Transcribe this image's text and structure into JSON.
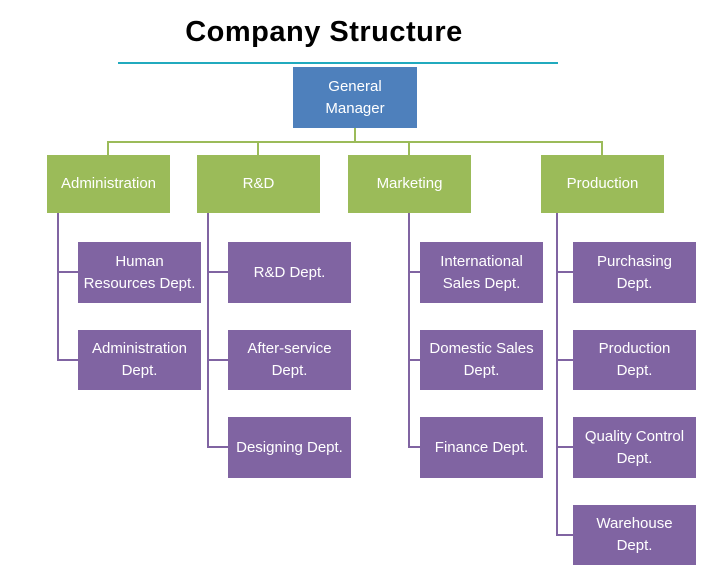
{
  "title": "Company Structure",
  "colors": {
    "manager": "#4E80BC",
    "department": "#9BBB59",
    "sub_department": "#8064A2",
    "connector_green": "#9BBB59",
    "connector_purple": "#8064A2",
    "title_underline": "#21AABE",
    "title_text": "#000000",
    "text": "#FFFFFF"
  },
  "tree": {
    "root": {
      "label": "General\nManager"
    },
    "groups": [
      {
        "label": "Administration",
        "children": [
          {
            "label": "Human\nResources Dept."
          },
          {
            "label": "Administration\nDept."
          }
        ]
      },
      {
        "label": "R&D",
        "children": [
          {
            "label": "R&D Dept."
          },
          {
            "label": "After-service\nDept."
          },
          {
            "label": "Designing Dept."
          }
        ]
      },
      {
        "label": "Marketing",
        "children": [
          {
            "label": "International\nSales Dept."
          },
          {
            "label": "Domestic Sales\nDept."
          },
          {
            "label": "Finance Dept."
          }
        ]
      },
      {
        "label": "Production",
        "children": [
          {
            "label": "Purchasing\nDept."
          },
          {
            "label": "Production\nDept."
          },
          {
            "label": "Quality Control\nDept."
          },
          {
            "label": "Warehouse\nDept."
          }
        ]
      }
    ]
  }
}
